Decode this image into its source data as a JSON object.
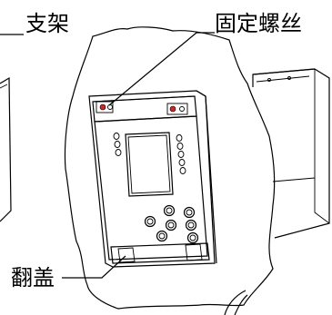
{
  "labels": {
    "bracket": "支架",
    "fixing_screw": "固定螺丝",
    "flip_cover": "翻盖"
  },
  "colors": {
    "line": "#000000",
    "background": "#ffffff",
    "screw_highlight": "#e02020"
  }
}
